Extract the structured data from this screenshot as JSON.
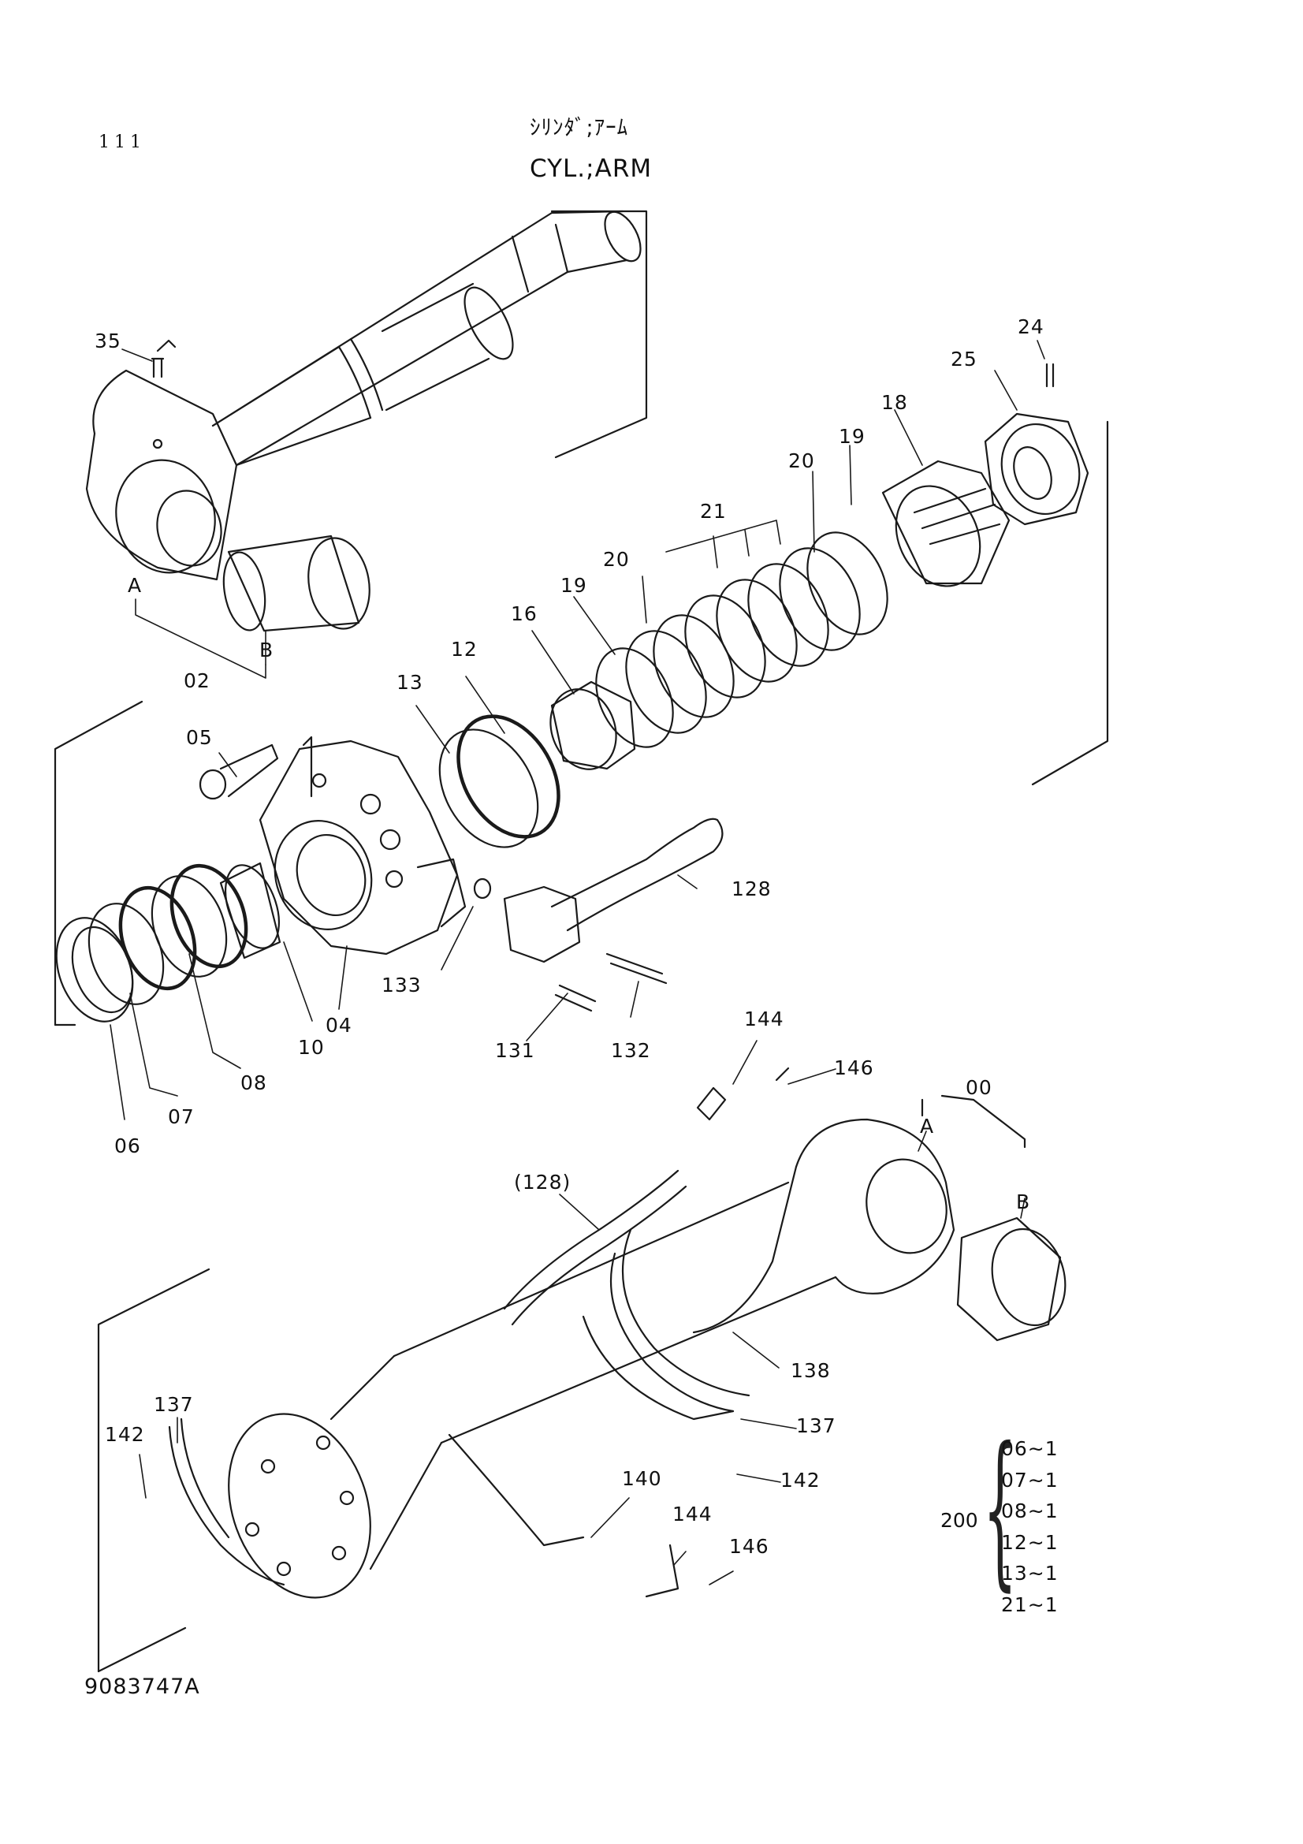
{
  "header": {
    "page_no": "111",
    "title_jp": "ｼﾘﾝﾀﾞ;ｱｰﾑ",
    "title_en": "CYL.;ARM"
  },
  "callouts": {
    "c35": "35",
    "cA1": "A",
    "cB1": "B",
    "c02": "02",
    "c24": "24",
    "c25": "25",
    "c18": "18",
    "c19a": "19",
    "c20a": "20",
    "c21": "21",
    "c20b": "20",
    "c19b": "19",
    "c16": "16",
    "c12": "12",
    "c13": "13",
    "c05": "05",
    "c128": "128",
    "c133": "133",
    "c04": "04",
    "c10": "10",
    "c08": "08",
    "c07": "07",
    "c06": "06",
    "c131": "131",
    "c132": "132",
    "c144a": "144",
    "c146a": "146",
    "c00": "00",
    "cA2": "A",
    "cB2": "B",
    "c128b": "(128)",
    "c138": "138",
    "c137a": "137",
    "c142a": "142",
    "c137b": "137",
    "c142b": "142",
    "c140": "140",
    "c144b": "144",
    "c146b": "146"
  },
  "kit": {
    "label": "200",
    "items": [
      "06∼1",
      "07∼1",
      "08∼1",
      "12∼1",
      "13∼1",
      "21∼1"
    ]
  },
  "footer": {
    "drawing_no": "9083747A"
  }
}
